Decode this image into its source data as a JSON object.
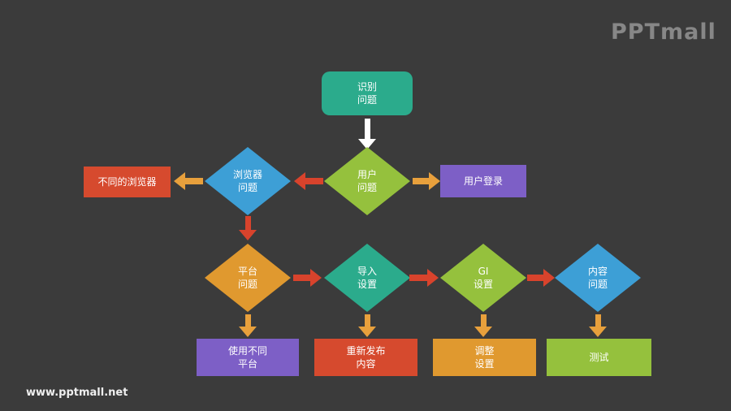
{
  "page": {
    "logo_text": "PPTmall",
    "watermark_text": "www.pptmall.net",
    "background_color": "#3b3b3b"
  },
  "colors": {
    "teal": "#2bab8c",
    "green": "#95c13d",
    "blue": "#3d9fd6",
    "red": "#d64a2e",
    "purple": "#7d5fc6",
    "orange": "#e0992f",
    "arrow_red": "#d8432c",
    "arrow_orange": "#e8a03c",
    "arrow_white": "#ffffff",
    "text": "#ffffff"
  },
  "nodes": {
    "start": {
      "label": "识别\n问题",
      "shape": "rounded-rect",
      "color": "teal"
    },
    "user_problem": {
      "label": "用户\n问题",
      "shape": "diamond",
      "color": "green"
    },
    "browser_problem": {
      "label": "浏览器\n问题",
      "shape": "diamond",
      "color": "blue"
    },
    "different_browsers": {
      "label": "不同的浏览器",
      "shape": "rect",
      "color": "red"
    },
    "user_login": {
      "label": "用户登录",
      "shape": "rect",
      "color": "purple"
    },
    "platform_problem": {
      "label": "平台\n问题",
      "shape": "diamond",
      "color": "orange"
    },
    "import_settings": {
      "label": "导入\n设置",
      "shape": "diamond",
      "color": "teal"
    },
    "gi_settings": {
      "label": "GI\n设置",
      "shape": "diamond",
      "color": "green"
    },
    "content_problem": {
      "label": "内容\n问题",
      "shape": "diamond",
      "color": "blue"
    },
    "use_different_platform": {
      "label": "使用不同\n平台",
      "shape": "rect",
      "color": "purple"
    },
    "republish_content": {
      "label": "重新发布\n内容",
      "shape": "rect",
      "color": "red"
    },
    "adjust_settings": {
      "label": "调整\n设置",
      "shape": "rect",
      "color": "orange"
    },
    "test": {
      "label": "测试",
      "shape": "rect",
      "color": "green"
    }
  }
}
